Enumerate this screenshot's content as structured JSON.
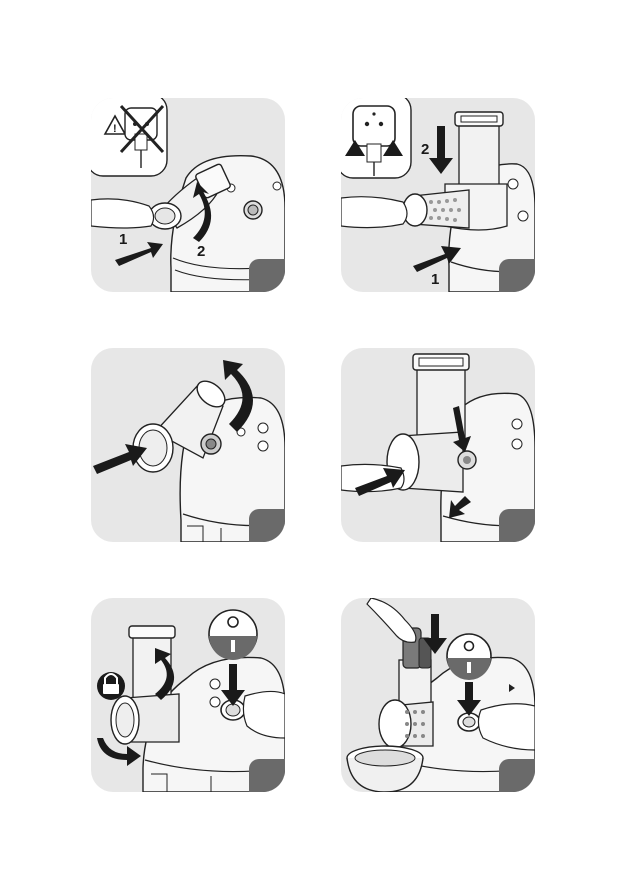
{
  "steps": [
    {
      "label_1": "1",
      "label_2": "2"
    },
    {
      "label_1": "1",
      "label_2": "2"
    },
    {},
    {},
    {},
    {}
  ],
  "colors": {
    "panel": "#e7e7e7",
    "badge": "#6a6a6a",
    "arrow": "#1a1a1a"
  },
  "icons": [
    "warning-icon",
    "unplugged-icon",
    "plug-in-icon",
    "lock-icon",
    "power-switch-icon"
  ]
}
